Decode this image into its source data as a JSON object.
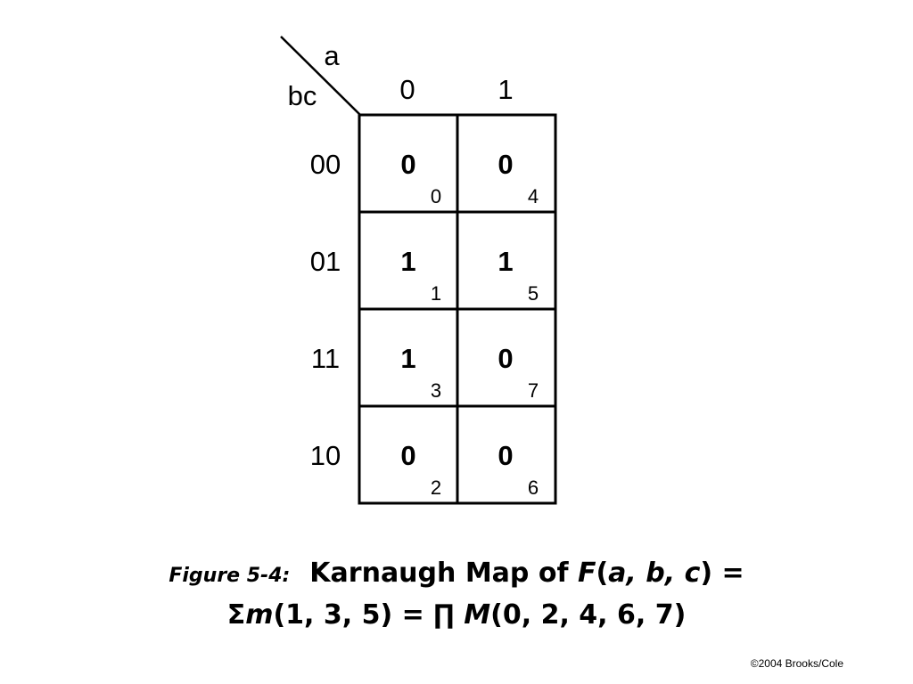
{
  "kmap": {
    "col_var": "a",
    "row_var": "bc",
    "col_labels": [
      "0",
      "1"
    ],
    "row_labels": [
      "00",
      "01",
      "11",
      "10"
    ],
    "cells": [
      [
        {
          "value": "0",
          "minterm": "0"
        },
        {
          "value": "0",
          "minterm": "4"
        }
      ],
      [
        {
          "value": "1",
          "minterm": "1"
        },
        {
          "value": "1",
          "minterm": "5"
        }
      ],
      [
        {
          "value": "1",
          "minterm": "3"
        },
        {
          "value": "0",
          "minterm": "7"
        }
      ],
      [
        {
          "value": "0",
          "minterm": "2"
        },
        {
          "value": "0",
          "minterm": "6"
        }
      ]
    ]
  },
  "caption": {
    "figure_label": "Figure 5-4:",
    "line1_text": "Karnaugh Map of",
    "func_name": "F",
    "open_paren": "(",
    "func_args": "a, b, c",
    "line1_tail": ") =",
    "sigma": "Σ",
    "minterm_m": "m",
    "minterm_list": "(1, 3, 5) =",
    "pi": "∏",
    "maxterm_M": "M",
    "maxterm_list": "(0, 2, 4, 6, 7)"
  },
  "copyright": "©2004 Brooks/Cole"
}
